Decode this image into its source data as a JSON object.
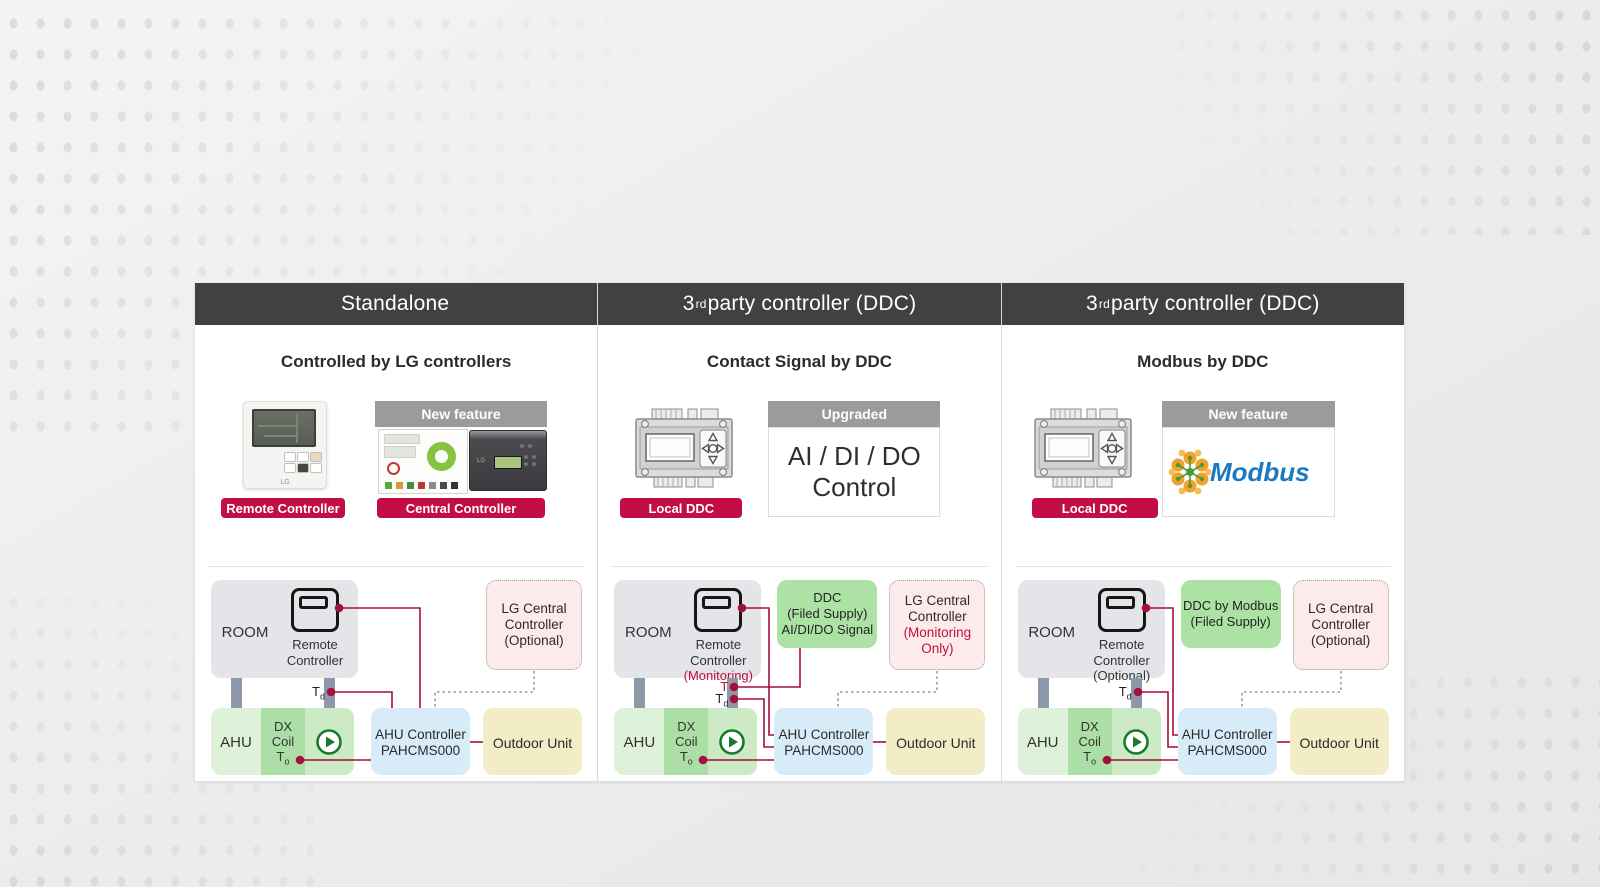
{
  "colors": {
    "header_bg": "#414141",
    "banner_bg": "#9b9b9b",
    "pill_bg": "#c30d45",
    "wire_red": "#a50f3d",
    "room_bg": "#e4e4e9",
    "ahu_bg": "#def2da",
    "dx_bg": "#abdfa5",
    "fan_section_bg": "#cdeac6",
    "controller_bg": "#d7ebf9",
    "outdoor_bg": "#f2ecc7",
    "lg_box_bg": "#fcebea",
    "ddc_box_bg": "#ace3a5",
    "connector_gray": "#8d99a9",
    "modbus_blue": "#1d79c0",
    "modbus_orange": "#f0a32a",
    "fan_green": "#1b7a2a"
  },
  "panels": [
    {
      "header": {
        "pre": "Standalone",
        "sup": "",
        "post": ""
      },
      "subtitle": "Controlled by LG controllers",
      "media": {
        "left_pill": "Remote Controller",
        "banner": "New feature",
        "right_pill": "Central Controller",
        "device_logo": "LG"
      },
      "diagram": {
        "room_label": "ROOM",
        "remote": [
          "Remote",
          "Controller"
        ],
        "sensor_td": {
          "base": "T",
          "sub": "d"
        },
        "sensor_to": {
          "base": "T",
          "sub": "o"
        },
        "ahu_label": "AHU",
        "dx": [
          "DX",
          "Coil"
        ],
        "controller": [
          "AHU Controller",
          "PAHCMS000"
        ],
        "outdoor_label": "Outdoor Unit",
        "lg_central": [
          "LG Central",
          "Controller"
        ],
        "lg_note": "(Optional)"
      }
    },
    {
      "header": {
        "pre": "3",
        "sup": "rd",
        "post": " party controller (DDC)"
      },
      "subtitle": "Contact Signal by DDC",
      "media": {
        "left_pill": "Local DDC",
        "banner": "Upgraded",
        "feature_lines": [
          "AI / DI / DO",
          "Control"
        ]
      },
      "diagram": {
        "room_label": "ROOM",
        "remote": [
          "Remote",
          "Controller"
        ],
        "remote_note": "(Monitoring)",
        "sensor_t": "T",
        "sensor_td": {
          "base": "T",
          "sub": "d"
        },
        "sensor_to": {
          "base": "T",
          "sub": "o"
        },
        "ddc_box": [
          "DDC",
          "(Filed Supply)",
          "AI/DI/DO Signal"
        ],
        "ahu_label": "AHU",
        "dx": [
          "DX",
          "Coil"
        ],
        "controller": [
          "AHU Controller",
          "PAHCMS000"
        ],
        "outdoor_label": "Outdoor Unit",
        "lg_central": [
          "LG Central",
          "Controller"
        ],
        "lg_note": "(Monitoring Only)"
      }
    },
    {
      "header": {
        "pre": "3",
        "sup": "rd",
        "post": " party controller (DDC)"
      },
      "subtitle": "Modbus by DDC",
      "media": {
        "left_pill": "Local DDC",
        "banner": "New feature",
        "logo_text": "Modbus"
      },
      "diagram": {
        "room_label": "ROOM",
        "remote": [
          "Remote",
          "Controller"
        ],
        "remote_note": "(Optional)",
        "sensor_td": {
          "base": "T",
          "sub": "d"
        },
        "sensor_to": {
          "base": "T",
          "sub": "o"
        },
        "ddc_box": [
          "DDC by Modbus",
          "(Filed Supply)"
        ],
        "ahu_label": "AHU",
        "dx": [
          "DX",
          "Coil"
        ],
        "controller": [
          "AHU Controller",
          "PAHCMS000"
        ],
        "outdoor_label": "Outdoor Unit",
        "lg_central": [
          "LG Central",
          "Controller"
        ],
        "lg_note": "(Optional)"
      }
    }
  ]
}
